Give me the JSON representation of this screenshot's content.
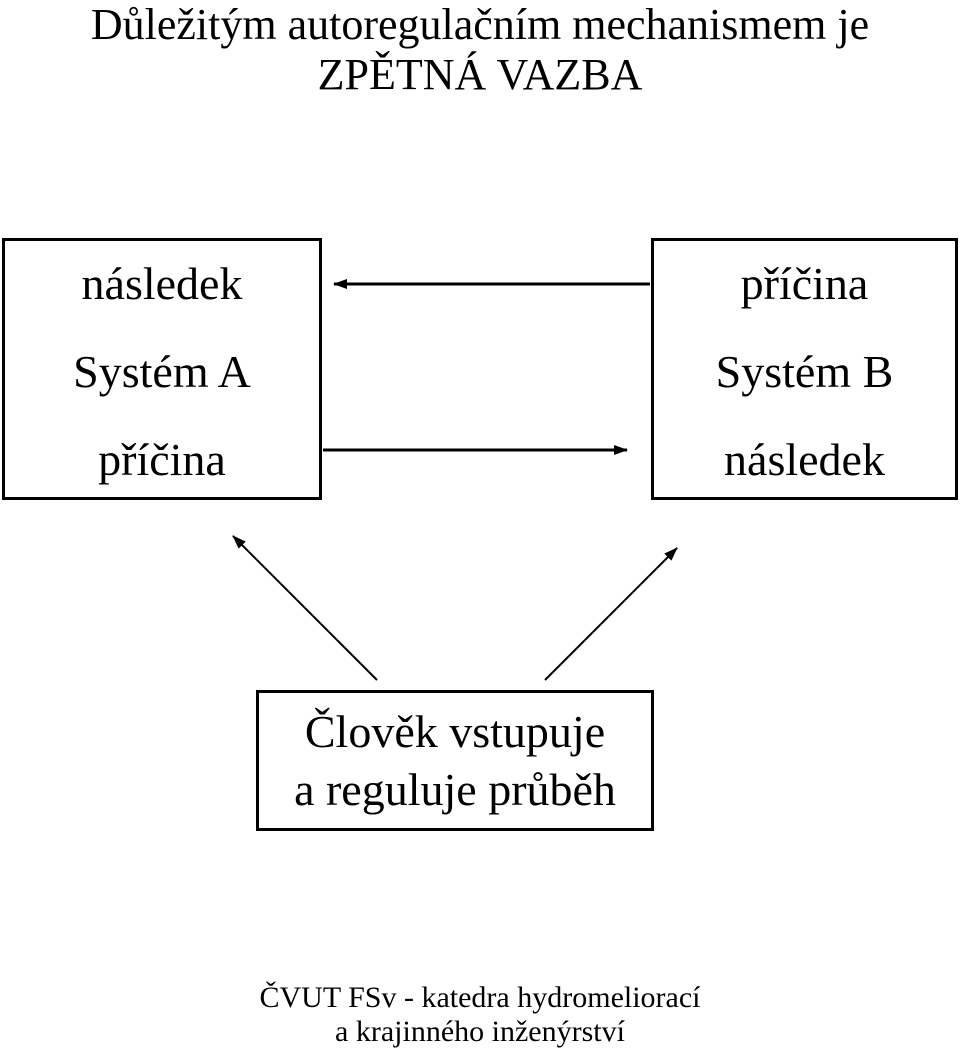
{
  "title": {
    "line1": "Důležitým autoregulačním mechanismem je",
    "line2": "ZPĚTNÁ VAZBA"
  },
  "system_a": {
    "top": "následek",
    "name": "Systém A",
    "bottom": "příčina"
  },
  "system_b": {
    "top": "příčina",
    "name": "Systém B",
    "bottom": "následek"
  },
  "human": {
    "line1": "Člověk vstupuje",
    "line2": "a reguluje průběh"
  },
  "footer": {
    "line1": "ČVUT FSv - katedra hydromeliorací",
    "line2": "a krajinného inženýrství"
  }
}
